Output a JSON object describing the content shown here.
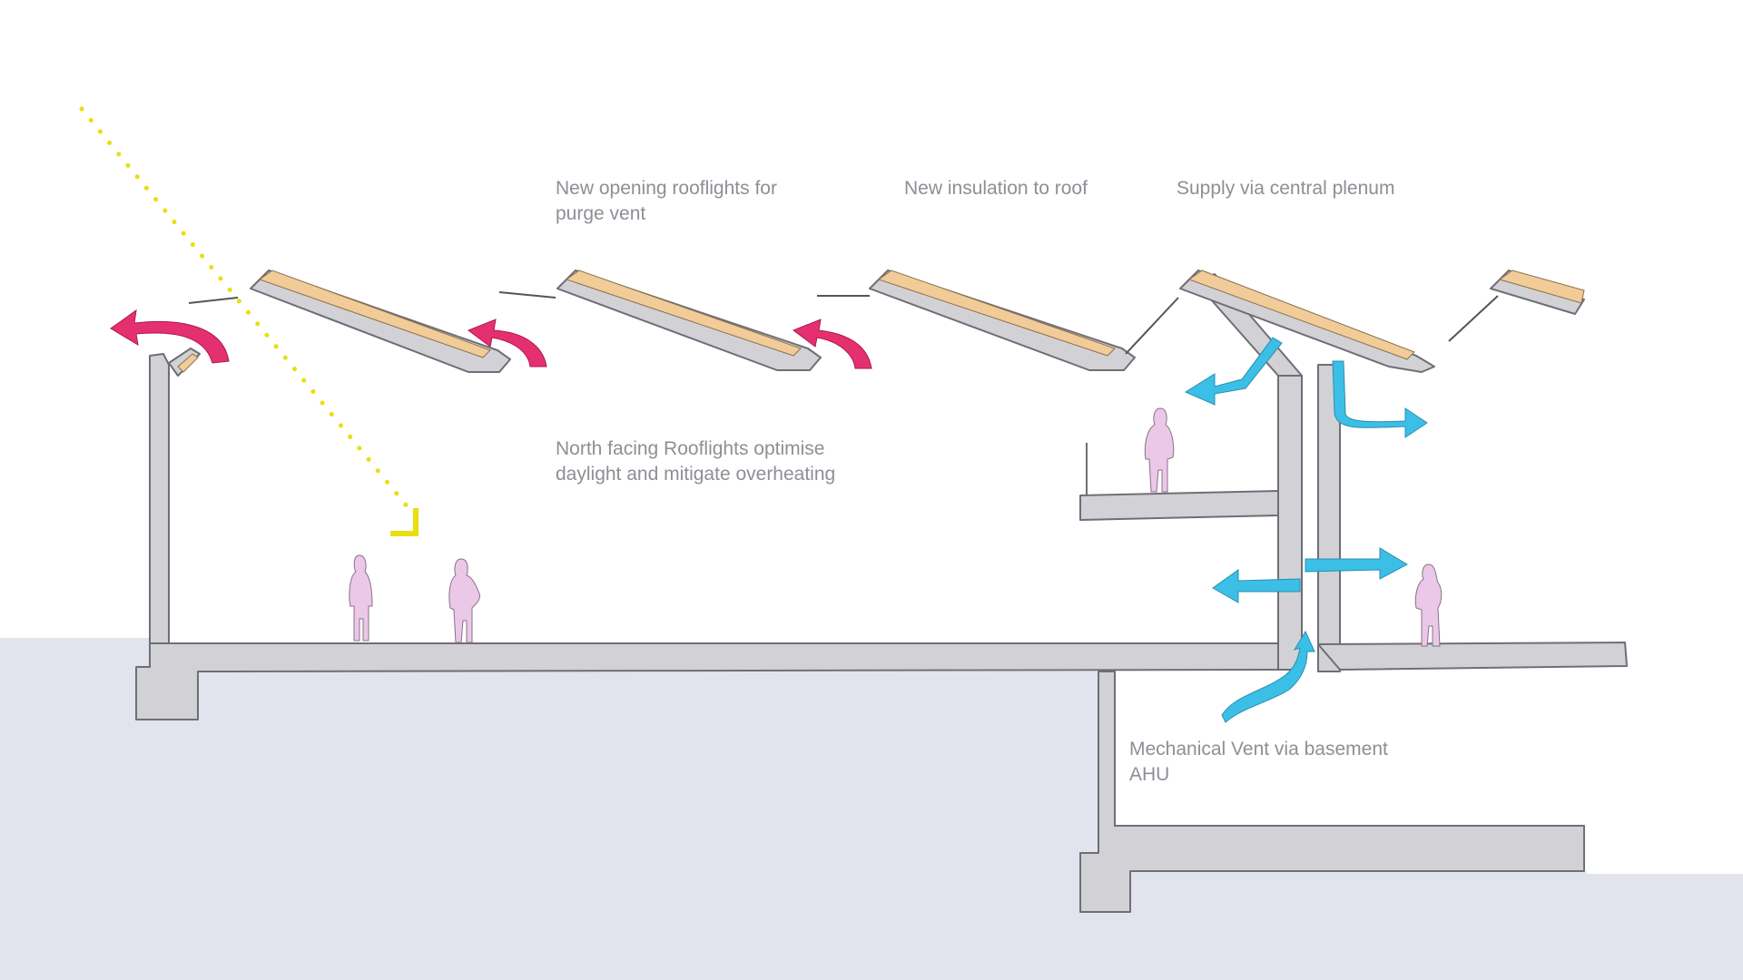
{
  "annotations": {
    "rooflights_purge": "New opening rooflights for\npurge vent",
    "roof_insulation": "New insulation to roof",
    "central_plenum": "Supply via central plenum",
    "north_rooflights": "North facing Rooflights optimise\ndaylight and mitigate overheating",
    "basement_vent": "Mechanical Vent via basement\nAHU"
  },
  "colors": {
    "ground": "#e2e4ed",
    "structure_fill": "#d2d2d6",
    "structure_stroke": "#6e6e76",
    "insulation": "#f2cc98",
    "extract_arrow": "#e5306f",
    "supply_arrow": "#3cbfe6",
    "sun_ray": "#e8df10",
    "person": "#ebc8e8",
    "label_text": "#8e8e96"
  },
  "icons": {
    "sun_ray": "sun-ray-dotted-line",
    "extract_flow": "curved-arrow-icon",
    "supply_flow": "arrow-icon",
    "person": "person-silhouette-icon"
  }
}
